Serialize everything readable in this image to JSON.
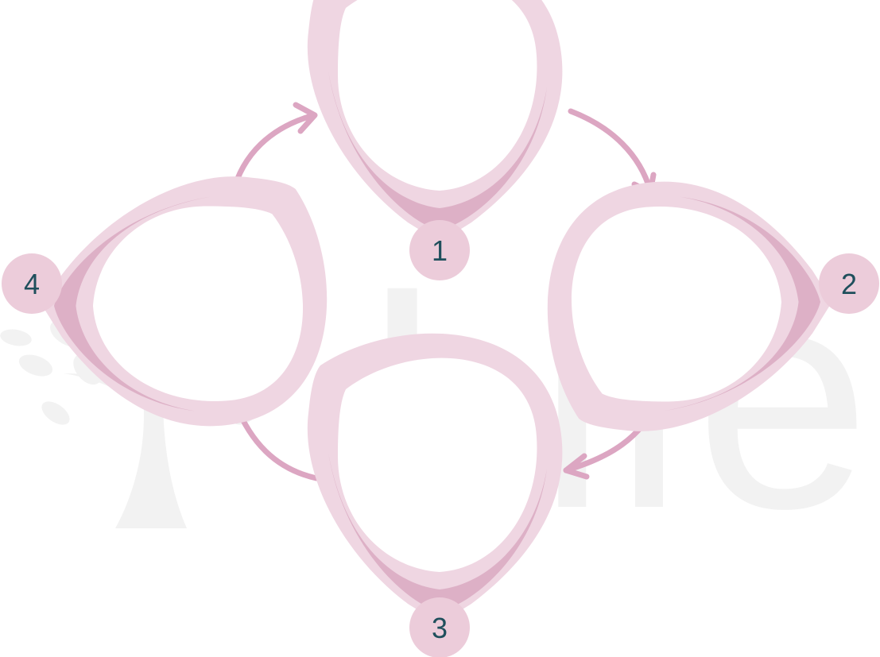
{
  "watermark": {
    "text": "Life",
    "logo": "tree-logo"
  },
  "cycle": {
    "steps": [
      {
        "number": "1"
      },
      {
        "number": "2"
      },
      {
        "number": "3"
      },
      {
        "number": "4"
      }
    ],
    "direction": "clockwise"
  },
  "colors": {
    "background": "#ffffff",
    "shape_light": "#efd6e2",
    "shape_mid": "#e4bfd1",
    "shape_dark": "#d9a9c1",
    "arrow": "#dca6c2",
    "badge": "#ecccda",
    "number_text": "#1f4f5c",
    "watermark": "#f2f2f2"
  }
}
